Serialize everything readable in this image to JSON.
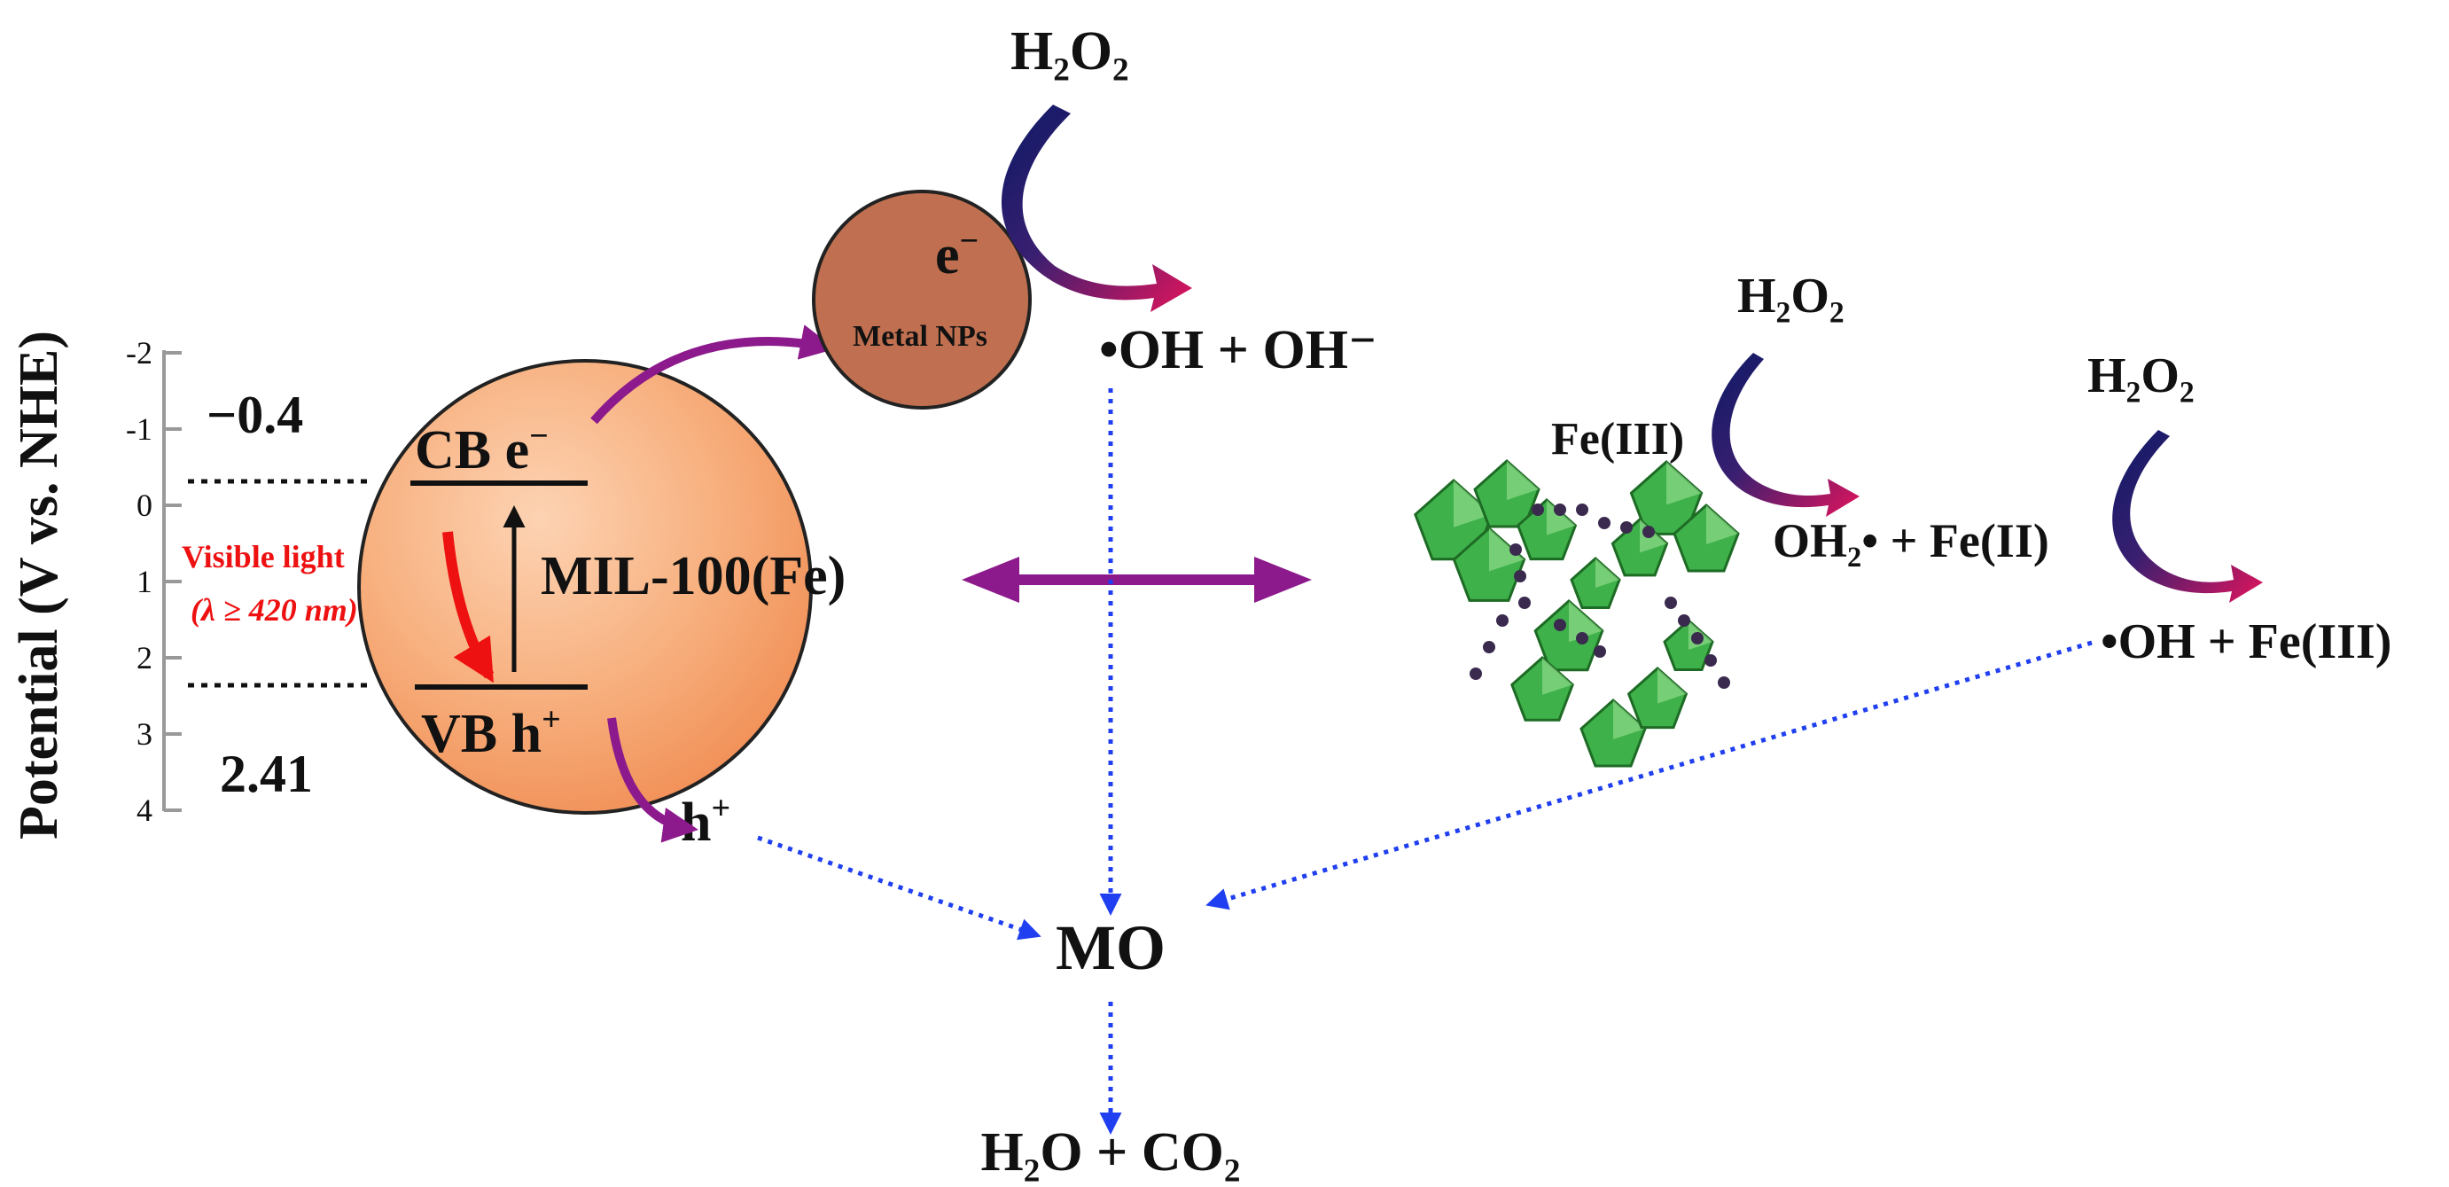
{
  "axis": {
    "label": "Potential (V vs. NHE)",
    "ticks": [
      "-2",
      "-1",
      "0",
      "1",
      "2",
      "3",
      "4"
    ],
    "cb_value": "−0.4",
    "vb_value": "2.41"
  },
  "semiconductor": {
    "name": "MIL-100(Fe)",
    "cb_label": "CB e",
    "cb_sup": "−",
    "vb_label": "VB h",
    "vb_sup": "+",
    "hole_label": "h",
    "hole_sup": "+",
    "light_line1": "Visible light",
    "light_line2": "(λ ≥ 420 nm)"
  },
  "metal_np": {
    "label": "Metal NPs",
    "electron": "e",
    "electron_sup": "−"
  },
  "species": {
    "h2o2_top": "H₂O₂",
    "oh_products": "•OH + OH⁻",
    "fe3_label": "Fe(III)",
    "h2o2_mid": "H₂O₂",
    "oh2_fe2": "OH₂• + Fe(II)",
    "h2o2_right": "H₂O₂",
    "oh_fe3": "•OH + Fe(III)",
    "mo": "MO",
    "final_products": "H₂O + CO₂"
  },
  "colors": {
    "sphere_fill": "#f4a06a",
    "sphere_highlight": "#fdd3b3",
    "metal_np_fill": "#c07050",
    "purple_arrow": "#8c1a8c",
    "dotted_arrow": "#1f3ff0",
    "light_arrow": "#ee1111",
    "curve_start": "#0b1a66",
    "curve_end": "#e2145c",
    "octahedra": "#3fb14a",
    "linker": "#3a2a4e"
  }
}
